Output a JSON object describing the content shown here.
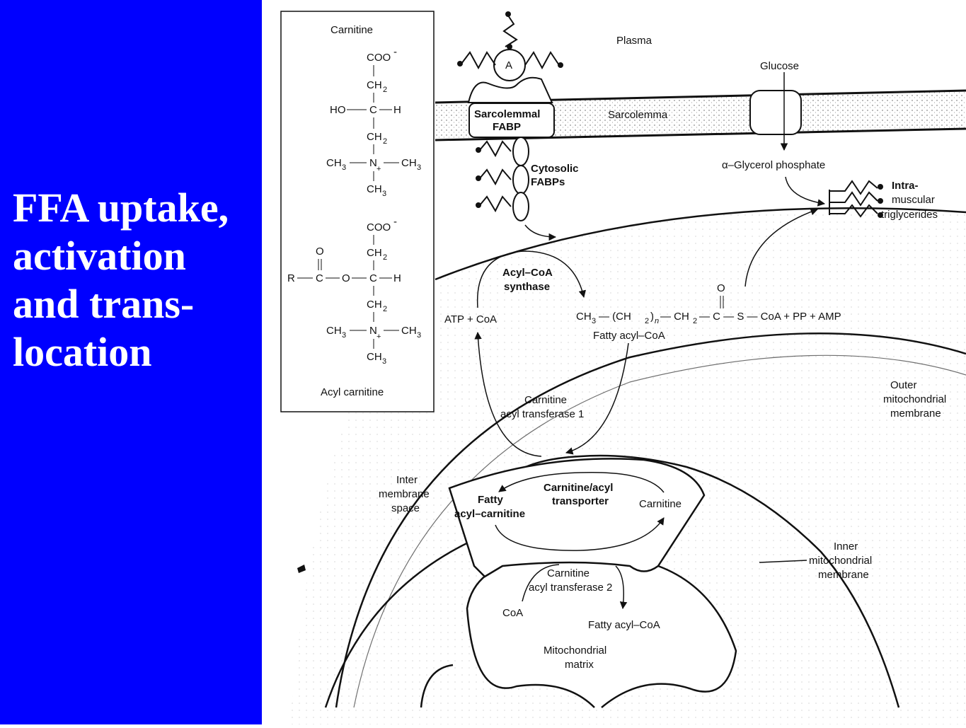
{
  "title_lines": [
    "FFA uptake,",
    "activation",
    "and trans-",
    "location"
  ],
  "colors": {
    "panel": "#0000ff",
    "title": "#ffffff",
    "ink": "#111111"
  },
  "diagram": {
    "plasma": "Plasma",
    "glucose": "Glucose",
    "sarcolemma": "Sarcolemma",
    "albumin": "A",
    "sarcolemmal_fabp": [
      "Sarcolemmal",
      "FABP"
    ],
    "cytosolic_fabps": [
      "Cytosolic",
      "FABPs"
    ],
    "glycerol_phosphate": "α–Glycerol phosphate",
    "triglycerides": [
      "Intra-",
      "muscular",
      "triglycerides"
    ],
    "acyl_coa_synthase": [
      "Acyl–CoA",
      "synthase"
    ],
    "atp_coa": "ATP + CoA",
    "reaction": {
      "ch3": "CH",
      "ch3_sub": "3",
      "dash1": "— (CH",
      "ch2_sub": "2",
      "paren": ")",
      "n": "n",
      "rest": " — CH",
      "rest_sub": "2",
      "c": "— C — S — CoA + PP + AMP",
      "o": "O"
    },
    "fatty_acyl_coa": "Fatty acyl–CoA",
    "cat1": [
      "Carnitine",
      "acyl transferase 1"
    ],
    "outer_membrane": [
      "Outer",
      "mitochondrial",
      "membrane"
    ],
    "inter_membrane": [
      "Inter",
      "membrane",
      "space"
    ],
    "fatty_acyl_carnitine": [
      "Fatty",
      "acyl–carnitine"
    ],
    "transporter": [
      "Carnitine/acyl",
      "transporter"
    ],
    "carnitine": "Carnitine",
    "inner_membrane": [
      "Inner",
      "mitochondrial",
      "membrane"
    ],
    "cat2": [
      "Carnitine",
      "acyl transferase 2"
    ],
    "coa": "CoA",
    "fatty_acyl_coa_2": "Fatty acyl–CoA",
    "matrix": [
      "Mitochondrial",
      "matrix"
    ],
    "inset": {
      "carnitine_label": "Carnitine",
      "coo": "COO",
      "coo_charge": "-",
      "ch2": "CH",
      "sub2": "2",
      "ho": "HO",
      "c": "C",
      "h": "H",
      "ch3": "CH",
      "sub3": "3",
      "n": "N",
      "plus": "+",
      "o": "O",
      "r": "R",
      "acyl_label": "Acyl carnitine"
    }
  }
}
